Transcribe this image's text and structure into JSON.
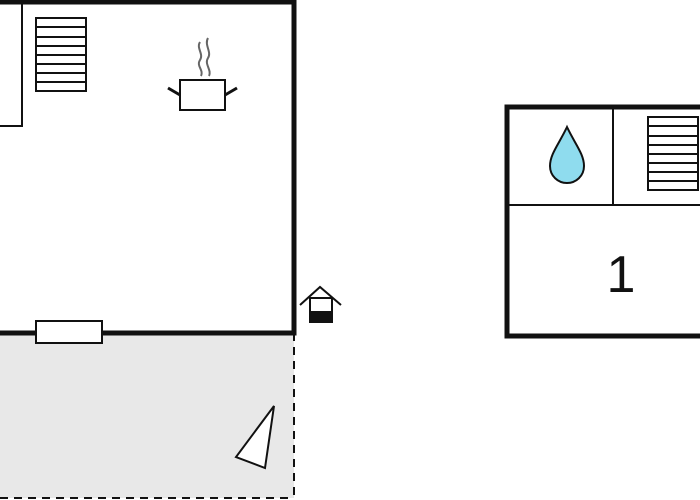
{
  "floorplan": {
    "rooms": [
      {
        "id": "main-floor",
        "icons": [
          "stairs-icon",
          "cooking-pot-icon"
        ]
      },
      {
        "id": "terrace",
        "icons": [
          "sun-lounger-icon"
        ]
      },
      {
        "id": "upper-floor",
        "icons": [
          "water-drop-icon",
          "stairs-icon"
        ],
        "label": "1"
      }
    ],
    "entrance_icon": "house-entrance-icon"
  },
  "colors": {
    "wall": "#111111",
    "terrace_fill": "#e8e8e8",
    "water_drop": "#8fdcee",
    "background": "#ffffff"
  }
}
